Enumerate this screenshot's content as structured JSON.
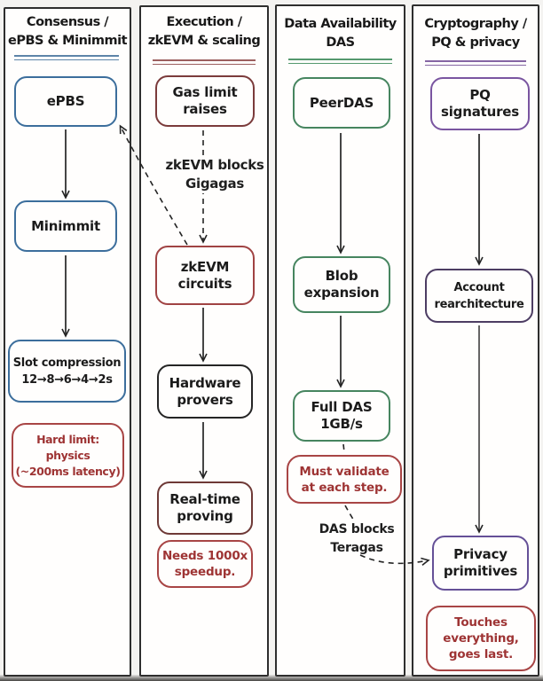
{
  "ink": "#242424",
  "page_background": "#f4f3f1",
  "note_style": {
    "border": "#a84545",
    "text": "#9e3434"
  },
  "columns": [
    {
      "title_line1": "Consensus /",
      "title_line2": "ePBS & Minimmit",
      "accent": "#5d84a8",
      "nodes": [
        {
          "id": "epbs",
          "label": "ePBS",
          "border": "#3c6e9c"
        },
        {
          "id": "minimmit",
          "label": "Minimmit",
          "border": "#3c6e9c"
        },
        {
          "id": "slot-compression",
          "label": "Slot compression\n12→8→6→4→2s",
          "border": "#3c6e9c"
        },
        {
          "id": "hard-limit-note",
          "label": "Hard limit:\nphysics\n(~200ms latency)",
          "border": "#a84545",
          "text_color": "#9e3434",
          "type": "note"
        }
      ]
    },
    {
      "title_line1": "Execution /",
      "title_line2": "zkEVM & scaling",
      "accent": "#9c5f5f",
      "nodes": [
        {
          "id": "gas-limit-raises",
          "label": "Gas limit\nraises",
          "border": "#7b3b3b"
        },
        {
          "id": "zkevm-circuits",
          "label": "zkEVM\ncircuits",
          "border": "#a04343"
        },
        {
          "id": "hardware-provers",
          "label": "Hardware\nprovers",
          "border": "#252525"
        },
        {
          "id": "real-time-proving",
          "label": "Real-time\nproving",
          "border": "#6e3936"
        },
        {
          "id": "needs-speedup-note",
          "label": "Needs 1000x\nspeedup.",
          "border": "#a84545",
          "text_color": "#9e3434",
          "type": "note"
        }
      ]
    },
    {
      "title_line1": "Data Availability",
      "title_line2": "DAS",
      "accent": "#55996e",
      "nodes": [
        {
          "id": "peerdas",
          "label": "PeerDAS",
          "border": "#46855f"
        },
        {
          "id": "blob-expansion",
          "label": "Blob\nexpansion",
          "border": "#46855f"
        },
        {
          "id": "full-das",
          "label": "Full DAS\n1GB/s",
          "border": "#46855f"
        },
        {
          "id": "must-validate-note",
          "label": "Must validate\nat each step.",
          "border": "#a84545",
          "text_color": "#9e3434",
          "type": "note"
        }
      ]
    },
    {
      "title_line1": "Cryptography /",
      "title_line2": "PQ & privacy",
      "accent": "#8565a3",
      "nodes": [
        {
          "id": "pq-signatures",
          "label": "PQ\nsignatures",
          "border": "#7a55a0"
        },
        {
          "id": "account-rearchitecture",
          "label": "Account\nrearchitecture",
          "border": "#4d3d63"
        },
        {
          "id": "privacy-primitives",
          "label": "Privacy\nprimitives",
          "border": "#655097"
        },
        {
          "id": "touches-everything-note",
          "label": "Touches\neverything,\ngoes last.",
          "border": "#a84545",
          "text_color": "#9e3434",
          "type": "note"
        }
      ]
    }
  ],
  "edges": [
    {
      "from": "epbs",
      "to": "minimmit",
      "style": "solid"
    },
    {
      "from": "minimmit",
      "to": "slot-compression",
      "style": "solid"
    },
    {
      "from": "gas-limit-raises",
      "to": "zkevm-circuits",
      "style": "dashed",
      "label": "zkEVM blocks\nGigagas"
    },
    {
      "from": "zkevm-circuits",
      "to": "epbs",
      "style": "dashed"
    },
    {
      "from": "zkevm-circuits",
      "to": "hardware-provers",
      "style": "solid"
    },
    {
      "from": "hardware-provers",
      "to": "real-time-proving",
      "style": "solid"
    },
    {
      "from": "peerdas",
      "to": "blob-expansion",
      "style": "solid"
    },
    {
      "from": "blob-expansion",
      "to": "full-das",
      "style": "solid"
    },
    {
      "from": "full-das",
      "to": "privacy-primitives",
      "style": "dashed",
      "label": "DAS blocks\nTeragas"
    },
    {
      "from": "pq-signatures",
      "to": "account-rearchitecture",
      "style": "solid"
    },
    {
      "from": "account-rearchitecture",
      "to": "privacy-primitives",
      "style": "solid"
    }
  ]
}
